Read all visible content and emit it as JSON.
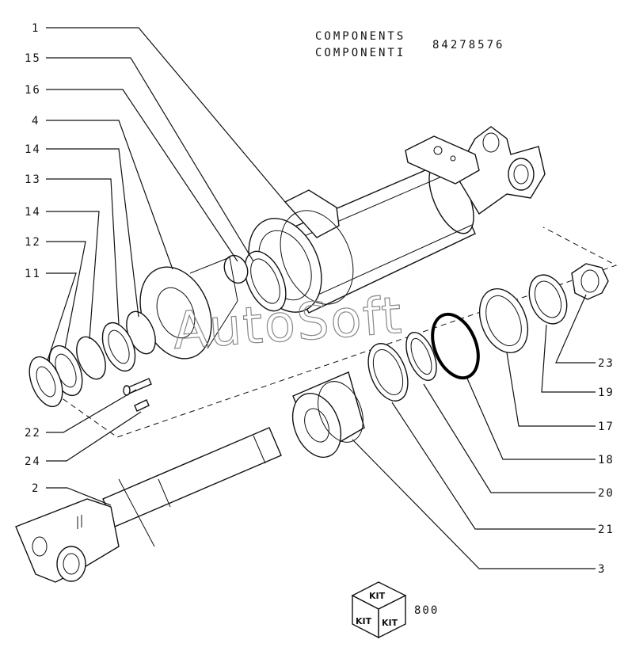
{
  "header": {
    "line1": "COMPONENTS",
    "line2": "COMPONENTI",
    "part_number": "84278576"
  },
  "watermark": "AutoSoft",
  "kit": {
    "word": "KIT",
    "number": "800"
  },
  "callouts_left": [
    "1",
    "15",
    "16",
    "4",
    "14",
    "13",
    "14",
    "12",
    "11",
    "22",
    "24",
    "2"
  ],
  "callouts_right": [
    "23",
    "19",
    "17",
    "18",
    "20",
    "21",
    "3"
  ]
}
